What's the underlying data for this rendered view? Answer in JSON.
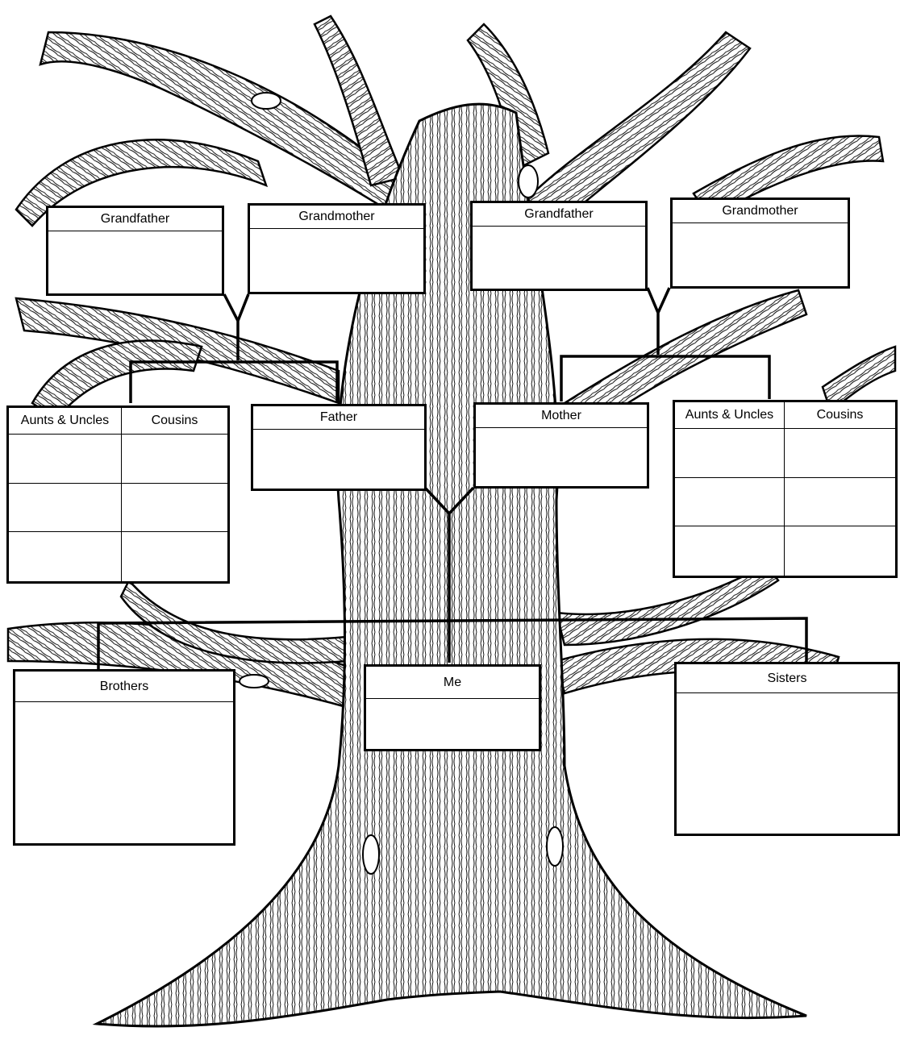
{
  "paternal": {
    "grandfather_label": "Grandfather",
    "grandmother_label": "Grandmother",
    "parent_label": "Father",
    "relatives": {
      "col1": "Aunts & Uncles",
      "col2": "Cousins"
    }
  },
  "maternal": {
    "grandfather_label": "Grandfather",
    "grandmother_label": "Grandmother",
    "parent_label": "Mother",
    "relatives": {
      "col1": "Aunts & Uncles",
      "col2": "Cousins"
    }
  },
  "self": {
    "me_label": "Me",
    "brothers_label": "Brothers",
    "sisters_label": "Sisters"
  },
  "colors": {
    "line": "#000000",
    "box_fill": "#ffffff",
    "background": "#ffffff"
  }
}
